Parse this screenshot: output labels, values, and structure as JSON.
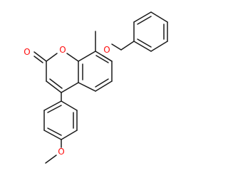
{
  "molecule": {
    "atom_labels": {
      "carbonyl_oxygen": "O",
      "ring_oxygen": "O",
      "ether_oxygen": "O",
      "methoxy_oxygen": "O"
    },
    "colors": {
      "bond": "#1a1a1a",
      "oxygen": "#ff0d0d",
      "background": "#ffffff"
    }
  }
}
